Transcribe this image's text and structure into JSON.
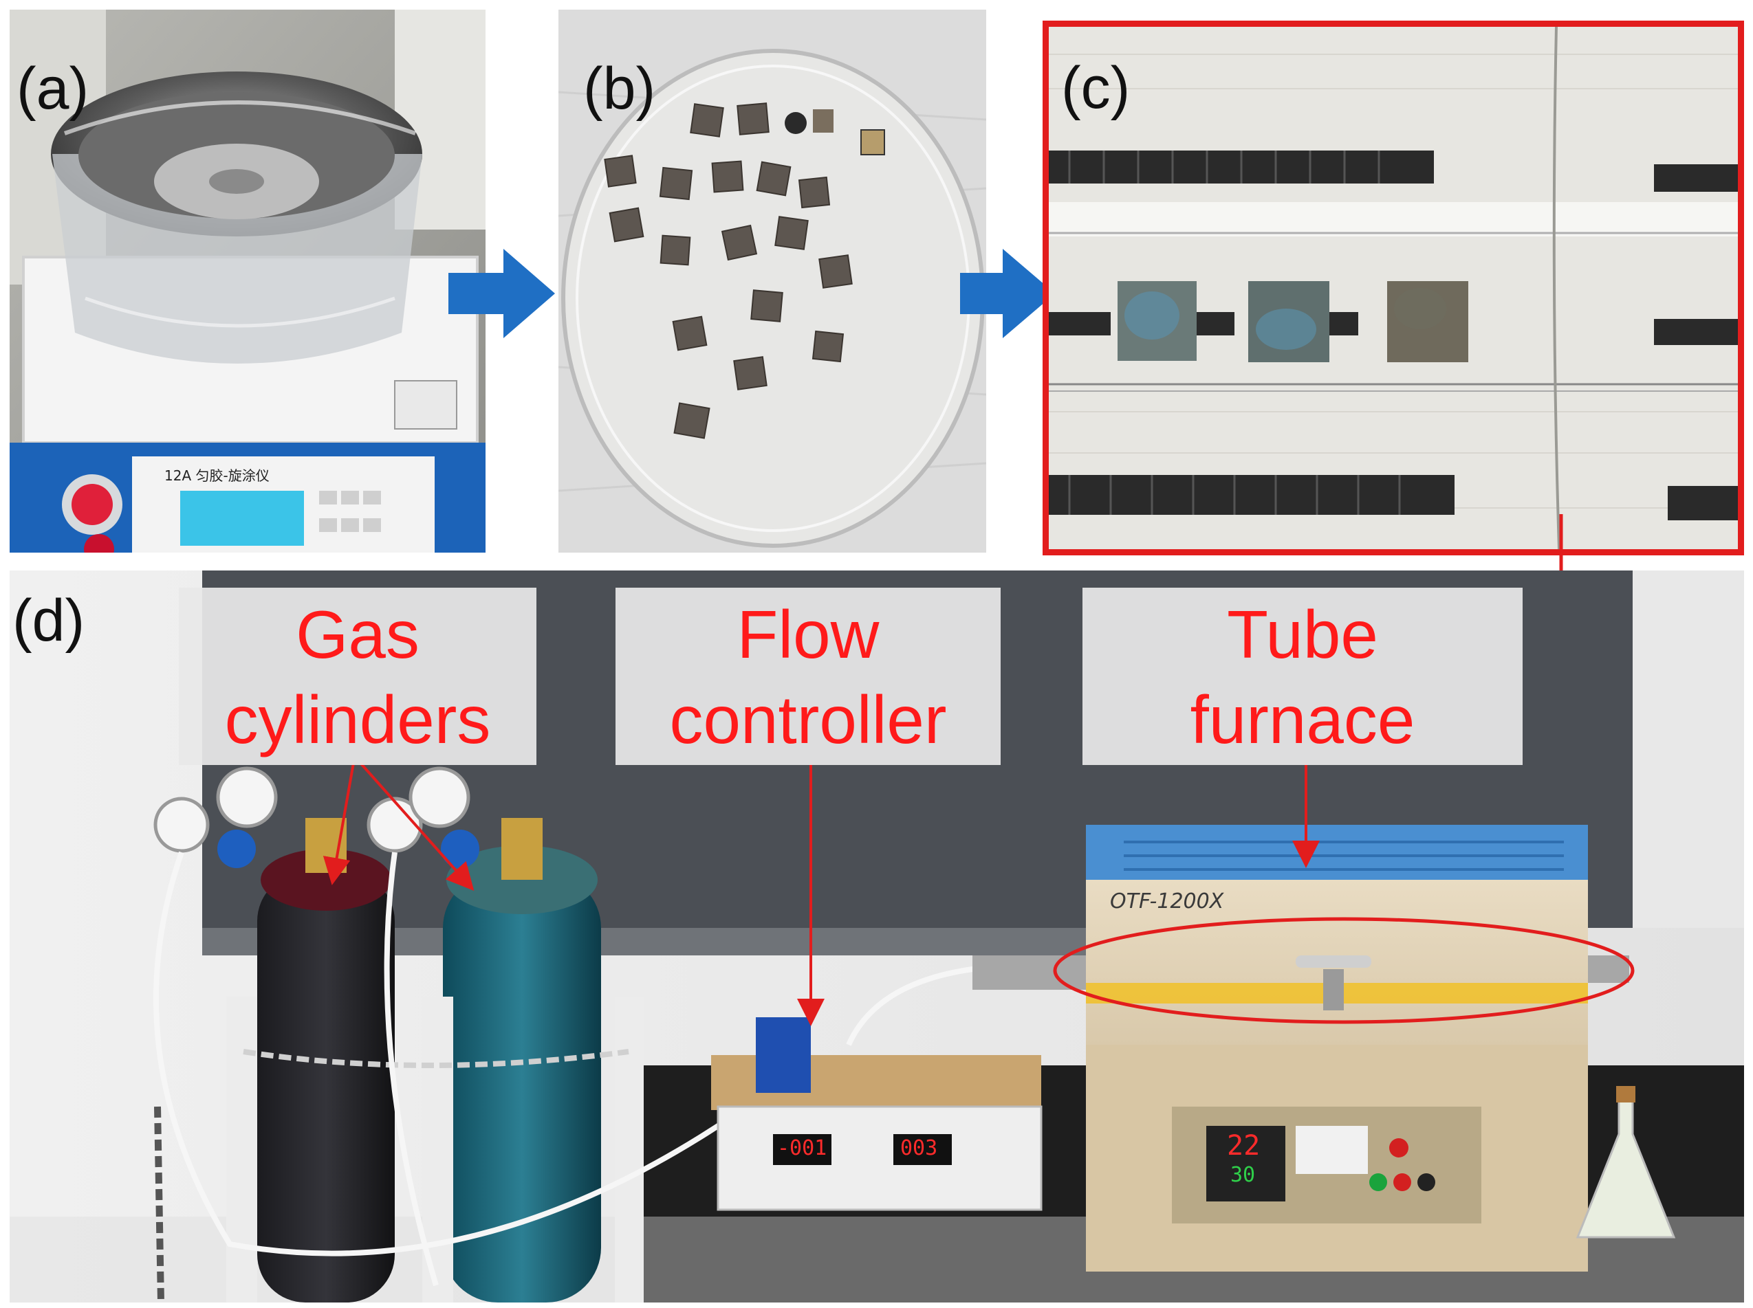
{
  "panels": {
    "a": {
      "label": "(a)",
      "device_text": "12A 匀胶-旋涂仪"
    },
    "b": {
      "label": "(b)"
    },
    "c": {
      "label": "(c)"
    },
    "d": {
      "label": "(d)",
      "flow_readouts": [
        "-001",
        "003"
      ],
      "furnace_brand": "OTF-1200X",
      "temp_readouts": [
        "22",
        "30"
      ]
    }
  },
  "callouts": {
    "gas": {
      "line1": "Gas",
      "line2": "cylinders"
    },
    "flow": {
      "line1": "Flow",
      "line2": "controller"
    },
    "tube": {
      "line1": "Tube",
      "line2": "furnace"
    }
  },
  "colors": {
    "arrow_blue": "#1f6fc4",
    "annotation_red": "#ff1a1a"
  }
}
